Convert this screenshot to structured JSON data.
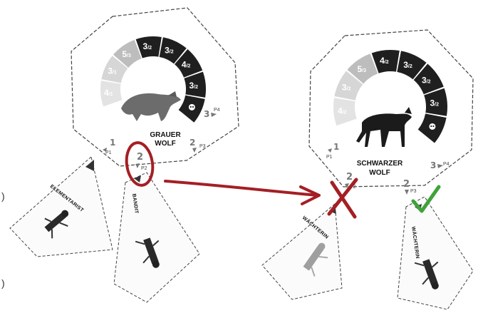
{
  "boards": [
    {
      "enemy_name_line1": "GRAUER",
      "enemy_name_line2": "WOLF",
      "track": [
        {
          "value": "4",
          "sub": "/1",
          "shade": "#e3e3e3"
        },
        {
          "value": "3",
          "sub": "/1",
          "shade": "#d6d6d6"
        },
        {
          "value": "5",
          "sub": "/3",
          "shade": "#bdbdbd"
        },
        {
          "value": "3",
          "sub": "/2",
          "shade": "#1f1f1f"
        },
        {
          "value": "3",
          "sub": "/2",
          "shade": "#1f1f1f"
        },
        {
          "value": "4",
          "sub": "/2",
          "shade": "#1f1f1f"
        },
        {
          "value": "3",
          "sub": "/2",
          "shade": "#1f1f1f"
        },
        {
          "value": "skull",
          "sub": "",
          "shade": "#1f1f1f"
        }
      ],
      "positions": [
        {
          "num": "1",
          "label": "P1"
        },
        {
          "num": "2",
          "label": "P2"
        },
        {
          "num": "2",
          "label": "P3"
        },
        {
          "num": "3",
          "label": "P4"
        }
      ],
      "cards": [
        {
          "title": "ELEMENTARIST"
        },
        {
          "title": "BANDIT"
        }
      ]
    },
    {
      "enemy_name_line1": "SCHWARZER",
      "enemy_name_line2": "WOLF",
      "track": [
        {
          "value": "4",
          "sub": "/2",
          "shade": "#e3e3e3"
        },
        {
          "value": "3",
          "sub": "/2",
          "shade": "#d6d6d6"
        },
        {
          "value": "5",
          "sub": "/3",
          "shade": "#bdbdbd"
        },
        {
          "value": "4",
          "sub": "/2",
          "shade": "#1f1f1f"
        },
        {
          "value": "3",
          "sub": "/2",
          "shade": "#1f1f1f"
        },
        {
          "value": "3",
          "sub": "/2",
          "shade": "#1f1f1f"
        },
        {
          "value": "3",
          "sub": "/2",
          "shade": "#1f1f1f"
        },
        {
          "value": "skull",
          "sub": "",
          "shade": "#1f1f1f"
        }
      ],
      "positions": [
        {
          "num": "1",
          "label": "P1"
        },
        {
          "num": "2",
          "label": "P2"
        },
        {
          "num": "2",
          "label": "P3"
        },
        {
          "num": "3",
          "label": "P4"
        }
      ],
      "cards": [
        {
          "title": "WÄCHTERIN"
        },
        {
          "title": "WÄCHTERIN"
        }
      ]
    }
  ],
  "edge_marks": [
    ")",
    ")"
  ],
  "colors": {
    "annotation_red": "#a41f24",
    "check_green": "#3fa33a"
  }
}
